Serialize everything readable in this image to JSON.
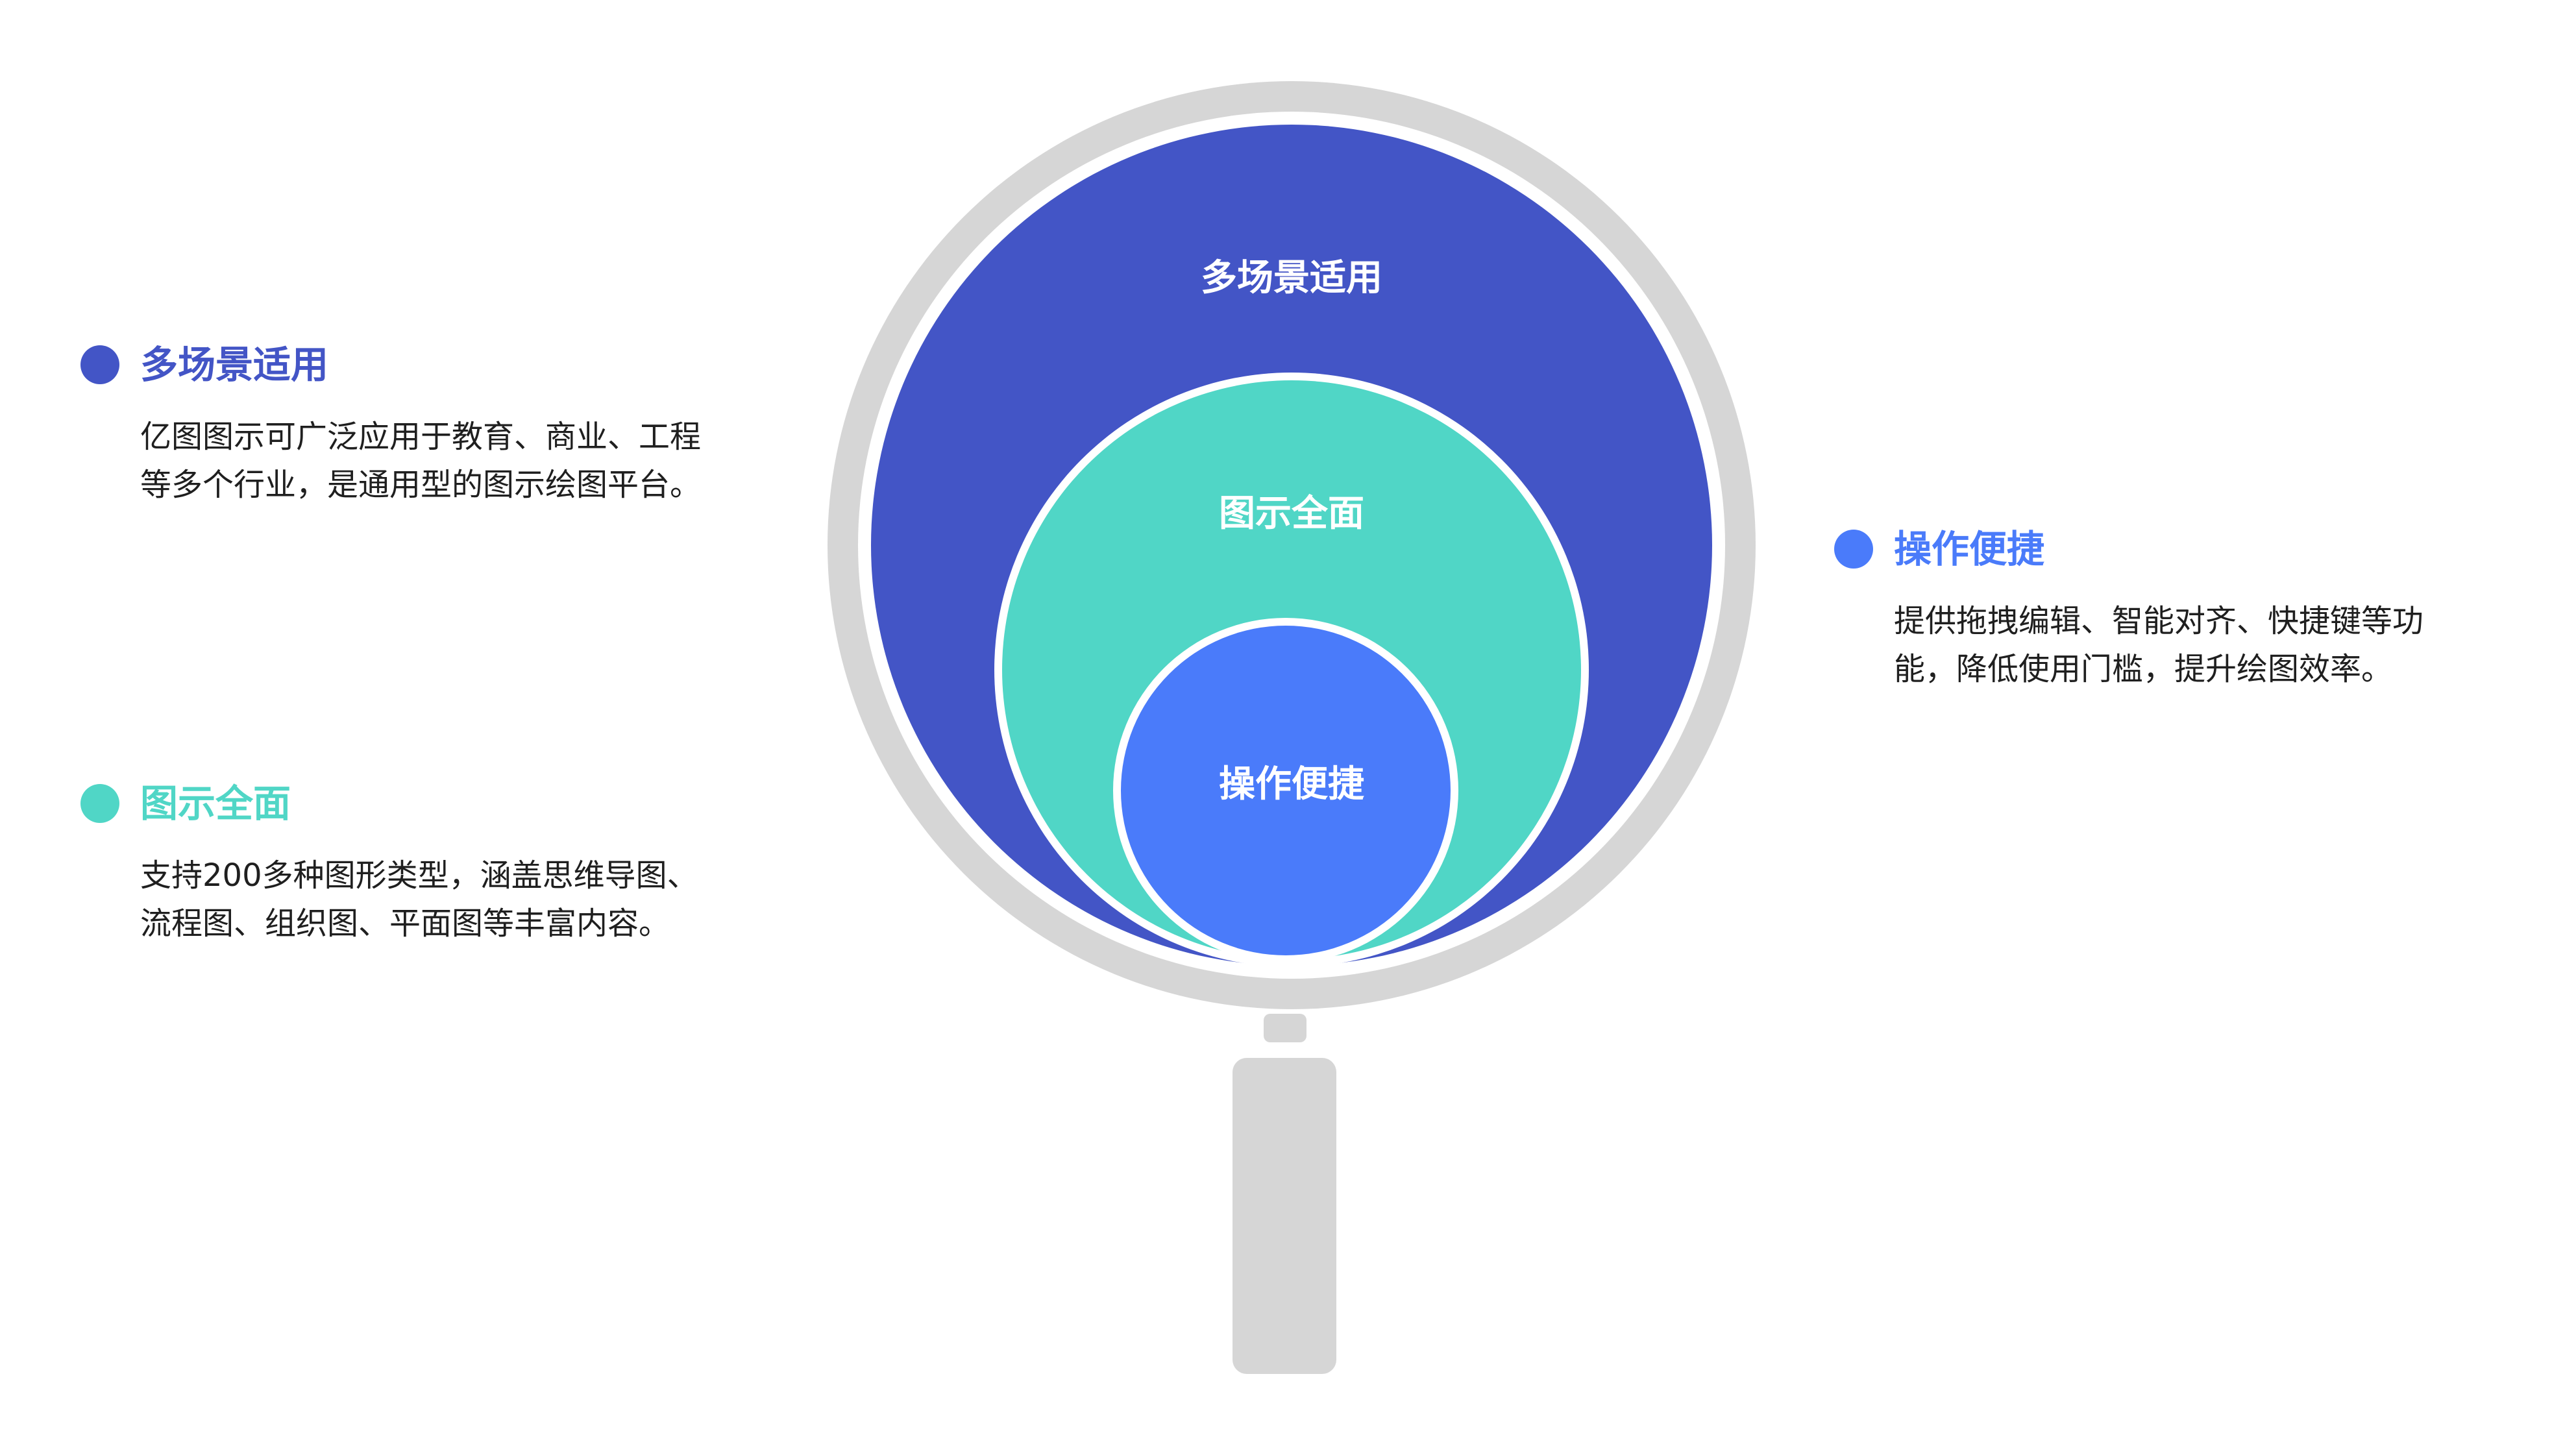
{
  "colors": {
    "outer": "#4355C6",
    "middle": "#50D6C6",
    "inner": "#4A7BFA",
    "frame": "#D6D6D6",
    "white": "#FFFFFF",
    "text": "#1F1F1F"
  },
  "circles": {
    "outer_label": "多场景适用",
    "middle_label": "图示全面",
    "inner_label": "操作便捷"
  },
  "legend": [
    {
      "title": "多场景适用",
      "color": "#4355C6",
      "lines": [
        "亿图图示可广泛应用于教育、商业、工程",
        "等多个行业，是通用型的图示绘图平台。"
      ]
    },
    {
      "title": "图示全面",
      "color": "#50D6C6",
      "lines": [
        "支持200多种图形类型，涵盖思维导图、",
        "流程图、组织图、平面图等丰富内容。"
      ]
    },
    {
      "title": "操作便捷",
      "color": "#4A7BFA",
      "lines": [
        "提供拖拽编辑、智能对齐、快捷键等功",
        "能，降低使用门槛，提升绘图效率。"
      ]
    }
  ]
}
